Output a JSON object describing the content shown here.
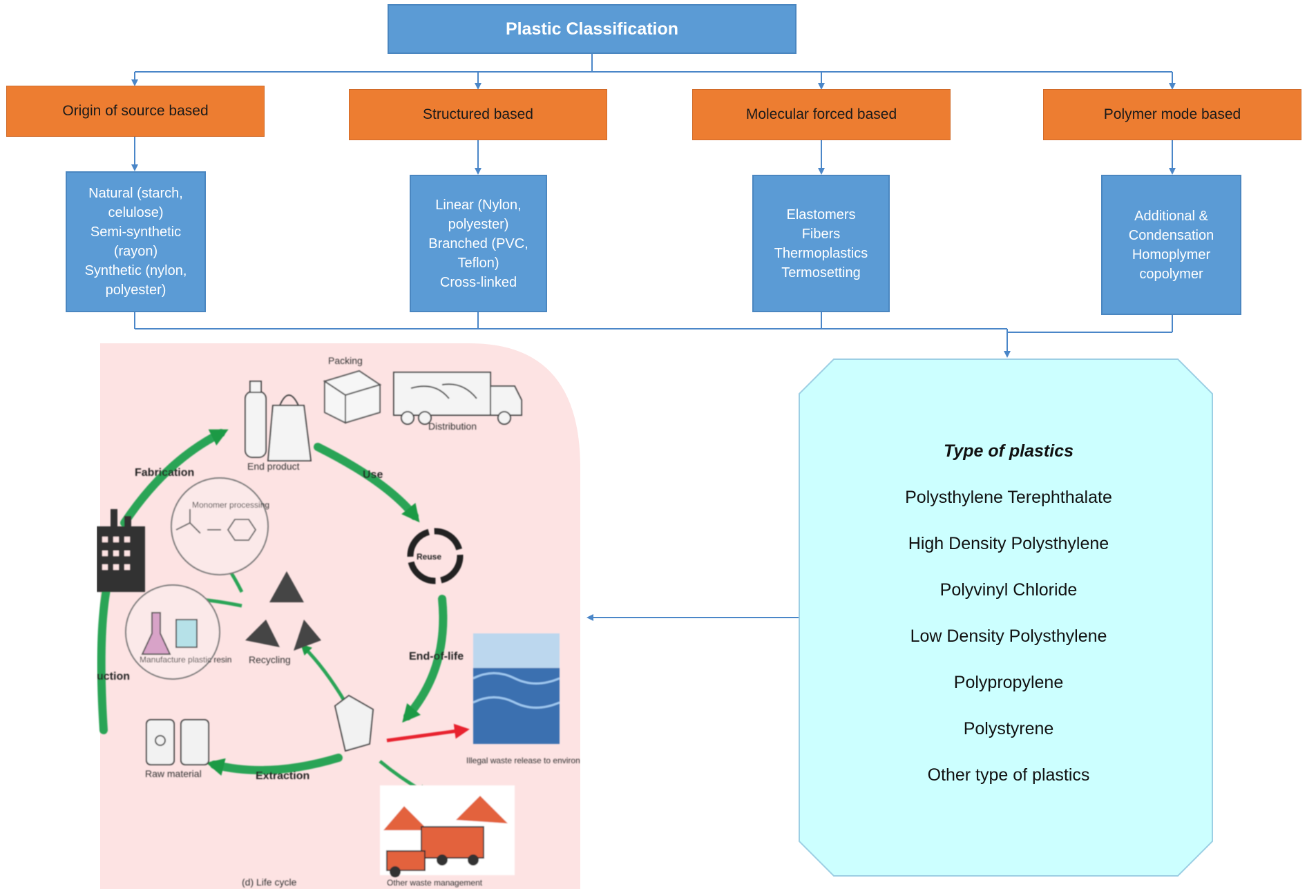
{
  "title": "Plastic Classification",
  "categories": [
    {
      "label": "Origin of source based",
      "lines": [
        "Natural (starch,",
        "celulose)",
        "Semi-synthetic",
        "(rayon)",
        "Synthetic (nylon,",
        "polyester)"
      ]
    },
    {
      "label": "Structured based",
      "lines": [
        "Linear (Nylon,",
        "polyester)",
        "Branched (PVC,",
        "Teflon)",
        "Cross-linked"
      ]
    },
    {
      "label": "Molecular forced based",
      "lines": [
        "Elastomers",
        "Fibers",
        "Thermoplastics",
        "Termosetting"
      ]
    },
    {
      "label": "Polymer mode based",
      "lines": [
        "Additional &",
        "Condensation",
        "Homoplymer",
        "copolymer"
      ]
    }
  ],
  "types": {
    "heading": "Type of plastics",
    "items": [
      "Polysthylene Terephthalate",
      "High Density Polysthylene",
      "Polyvinyl Chloride",
      "Low Density Polysthylene",
      "Polypropylene",
      "Polystyrene",
      "Other type of plastics"
    ]
  },
  "lifecycle": {
    "labels": {
      "packing": "Packing",
      "distribution": "Distribution",
      "end_product": "End product",
      "use": "Use",
      "reuse": "Reuse",
      "end_of_life": "End-of-life",
      "fabrication": "Fabrication",
      "monomer": "Monomer processing",
      "manufacture": "Manufacture plastic resin",
      "recycling": "Recycling",
      "production": "uction",
      "raw_material": "Raw material",
      "extraction": "Extraction",
      "illegal": "Illegal waste release to environment",
      "other_waste": "Other waste management",
      "caption": "(d) Life cycle"
    }
  },
  "colors": {
    "title_fill": "#5b9bd5",
    "category_fill": "#ed7d31",
    "sub_fill": "#5b9bd5",
    "types_fill": "#ccffff",
    "lifecycle_bg": "#fde3e3",
    "connector": "#4a86c8"
  }
}
